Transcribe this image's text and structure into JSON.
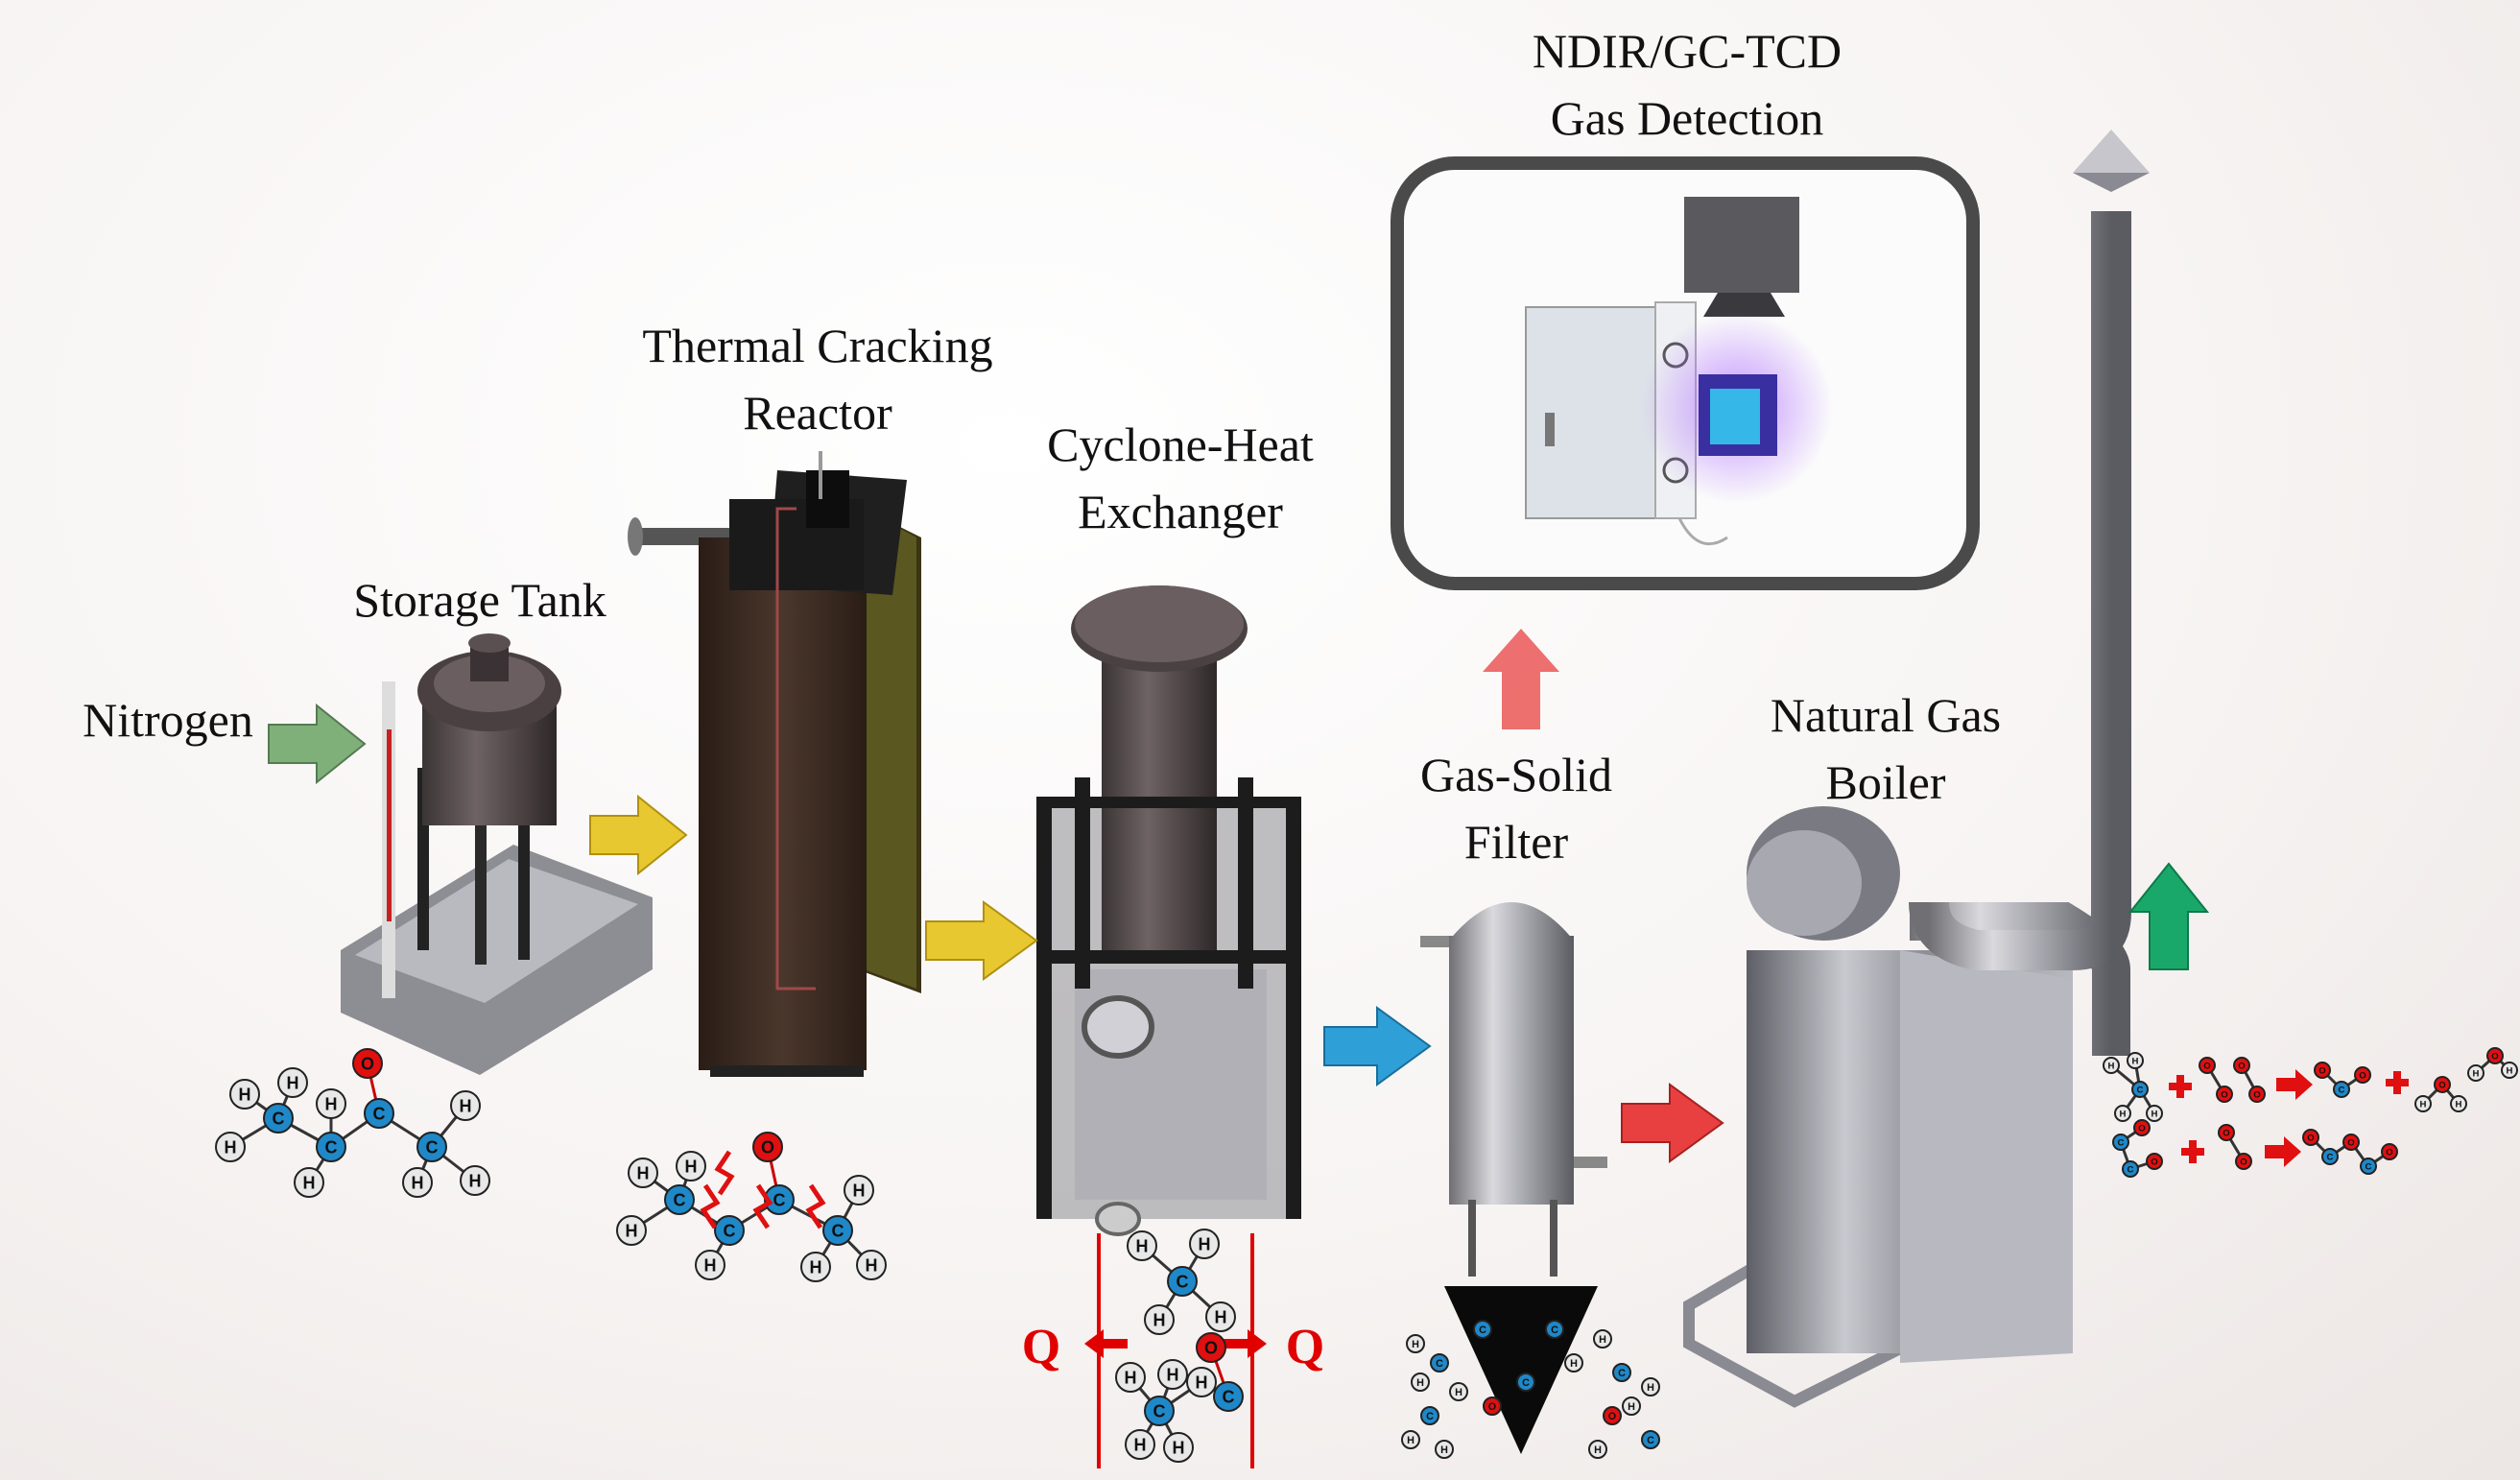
{
  "labels": {
    "nitrogen": "Nitrogen",
    "storage_tank": "Storage Tank",
    "reactor_line1": "Thermal Cracking",
    "reactor_line2": "Reactor",
    "cyclone_line1": "Cyclone-Heat",
    "cyclone_line2": "Exchanger",
    "detection_line1": "NDIR/GC-TCD",
    "detection_line2": "Gas Detection",
    "filter_line1": "Gas-Solid",
    "filter_line2": "Filter",
    "boiler_line1": "Natural Gas",
    "boiler_line2": "Boiler"
  },
  "atoms": {
    "hydrogen": "H",
    "carbon": "C",
    "oxygen": "O",
    "heat": "Q"
  },
  "colors": {
    "hydrogen": "#e8e8e8",
    "carbon": "#1f88c8",
    "oxygen": "#e01010",
    "heat": "#e00000",
    "arrow_nitrogen": "#7fb07a",
    "arrow_feed": "#e8c830",
    "arrow_gas": "#2f9fd8",
    "arrow_hot": "#e84040",
    "arrow_exhaust": "#1aa86a"
  }
}
